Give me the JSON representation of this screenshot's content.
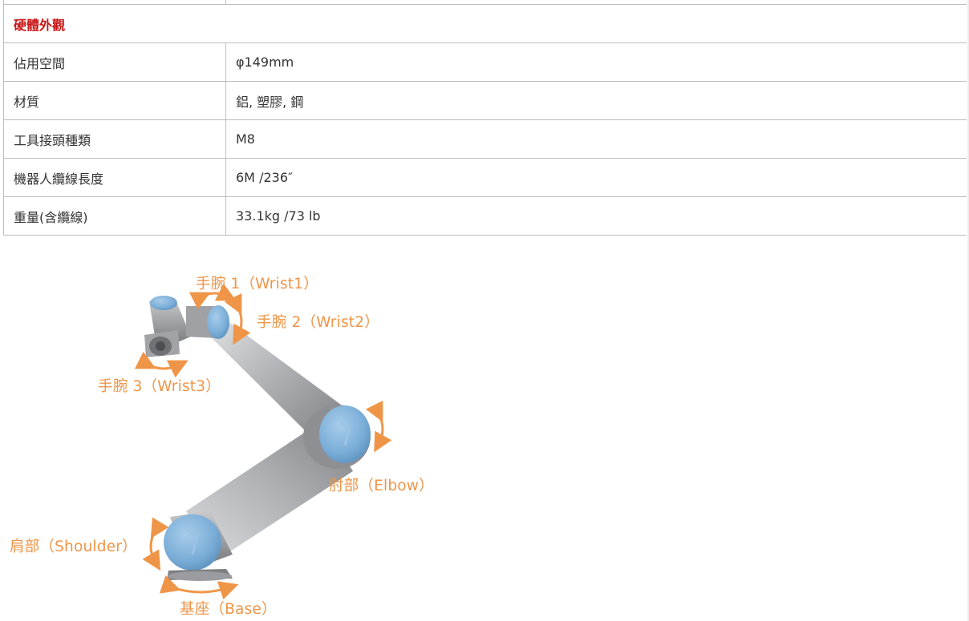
{
  "spec_table": {
    "section_title": "硬體外觀",
    "rows": [
      {
        "label": "佔用空間",
        "value": "φ149mm"
      },
      {
        "label": "材質",
        "value": "鋁, 塑膠, 鋼"
      },
      {
        "label": "工具接頭種類",
        "value": "M8"
      },
      {
        "label": "機器人纜線長度",
        "value": "6M /236″"
      },
      {
        "label": "重量(含纜線)",
        "value": "33.1kg /73 lb"
      }
    ]
  },
  "joint_diagram": {
    "labels": {
      "wrist1": "手腕 1（Wrist1）",
      "wrist2": "手腕 2（Wrist2）",
      "wrist3": "手腕 3（Wrist3）",
      "elbow": "肘部（Elbow）",
      "shoulder": "肩部（Shoulder）",
      "base": "基座（Base）"
    },
    "colors": {
      "label_orange": "#ef9548",
      "joint_cap_blue": "#7fb3db",
      "arm_gray": "#a7a9ac",
      "section_red": "#c81616"
    }
  }
}
